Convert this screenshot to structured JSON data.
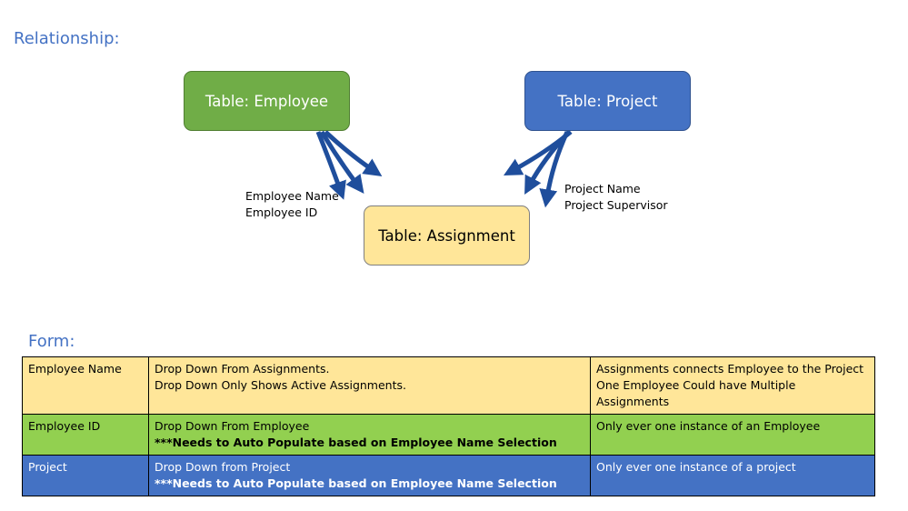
{
  "relationship_heading": "Relationship:",
  "form_heading": "Form:",
  "tables": {
    "employee": "Table: Employee",
    "project": "Table: Project",
    "assignment": "Table: Assignment"
  },
  "links": {
    "employee_fields": [
      "Employee Name",
      "Employee ID"
    ],
    "project_fields": [
      "Project Name",
      "Project Supervisor"
    ]
  },
  "colors": {
    "heading": "#4472c4",
    "employee": "#70ad47",
    "project": "#4472c4",
    "assignment": "#ffe699",
    "arrow": "#1f4e9c",
    "row_yellow": "#ffe699",
    "row_green": "#92d050",
    "row_blue": "#4472c4"
  },
  "form_rows": [
    {
      "field": "Employee Name",
      "source": [
        "Drop Down From Assignments.",
        "Drop Down Only Shows Active Assignments."
      ],
      "note": [
        "Assignments connects Employee to the Project",
        "One Employee Could have Multiple Assignments"
      ]
    },
    {
      "field": "Employee ID",
      "source": [
        "Drop Down From Employee",
        "***Needs to Auto Populate based on Employee Name Selection"
      ],
      "note": [
        "Only ever one instance of an Employee"
      ]
    },
    {
      "field": "Project",
      "source": [
        "Drop Down from Project",
        "***Needs to Auto Populate based on Employee Name Selection"
      ],
      "note": [
        "Only ever one instance of a project"
      ]
    }
  ]
}
